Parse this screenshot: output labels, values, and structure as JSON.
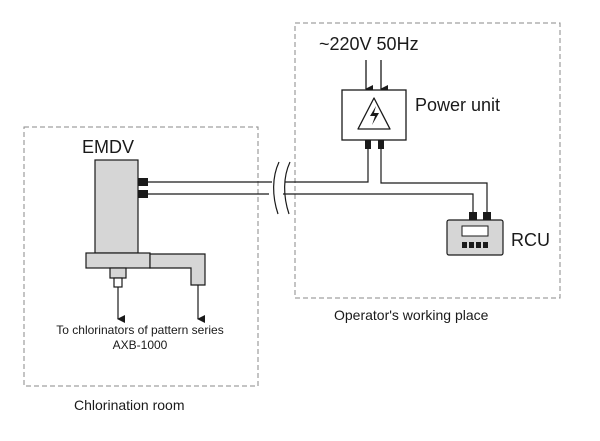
{
  "labels": {
    "emdv": "EMDV",
    "supply": "~220V 50Hz",
    "power_unit": "Power unit",
    "rcu": "RCU",
    "chlorinators_line1": "To chlorinators of pattern series",
    "chlorinators_line2": "AXB-1000",
    "operator_place": "Operator's working place",
    "chlorination_room": "Chlorination room"
  },
  "icons": {
    "power_unit": "high-voltage-warning-icon",
    "rcu": "remote-control-unit-icon"
  }
}
